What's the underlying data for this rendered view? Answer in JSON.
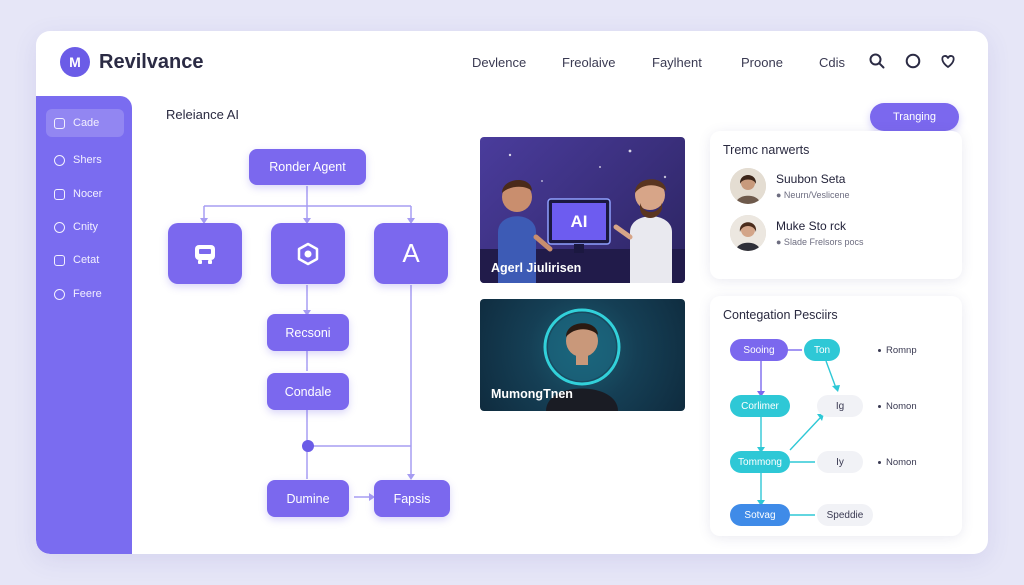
{
  "app": {
    "name": "Revilvance",
    "logo_glyph": "M"
  },
  "nav": {
    "items": [
      "Devlence",
      "Freolaive",
      "Faylhent",
      "Proone",
      "Cdis"
    ]
  },
  "header_icons": [
    "search-icon",
    "circle-icon",
    "heart-icon"
  ],
  "sidebar": {
    "items": [
      {
        "label": "Cade",
        "icon": "card-icon",
        "active": true
      },
      {
        "label": "Shers",
        "icon": "chat-icon",
        "active": false
      },
      {
        "label": "Nocer",
        "icon": "tag-icon",
        "active": false
      },
      {
        "label": "Cnity",
        "icon": "gear-icon",
        "active": false
      },
      {
        "label": "Cetat",
        "icon": "list-icon",
        "active": false
      },
      {
        "label": "Feere",
        "icon": "comment-icon",
        "active": false
      }
    ]
  },
  "flow": {
    "title": "Releiance AI",
    "root": "Ronder Agent",
    "icon_a_glyph": "A",
    "nodes": {
      "reason": "Recsoni",
      "condition": "Condale",
      "dumine": "Dumine",
      "fapsis": "Fapsis"
    }
  },
  "media": {
    "card1": {
      "caption": "Agerl Jiulirisen",
      "screen_text": "AI"
    },
    "card2": {
      "caption": "MumongTnen"
    }
  },
  "trending": {
    "button_label": "Tranging"
  },
  "people_card": {
    "title": "Tremc narwerts",
    "people": [
      {
        "name": "Suubon Seta",
        "sub": "● Neurn/Veslicene"
      },
      {
        "name": "Muke Sto rck",
        "sub": "● Slade Frelsors pocs"
      }
    ]
  },
  "contegation": {
    "title": "Contegation Pesciirs",
    "pills": {
      "sooing": "Sooing",
      "ton": "Ton",
      "romnp": "Romnp",
      "corlimer": "Corlimer",
      "ig1": "Ig",
      "nomon1": "Nomon",
      "tommong": "Tommong",
      "ly": "Iy",
      "nomon2": "Nomon",
      "sotvag": "Sotvag",
      "speddie": "Speddie"
    }
  },
  "colors": {
    "accent": "#7b68ee",
    "cyan": "#2ec8d6",
    "blue": "#3f8be8",
    "background": "#e6e6f7"
  }
}
